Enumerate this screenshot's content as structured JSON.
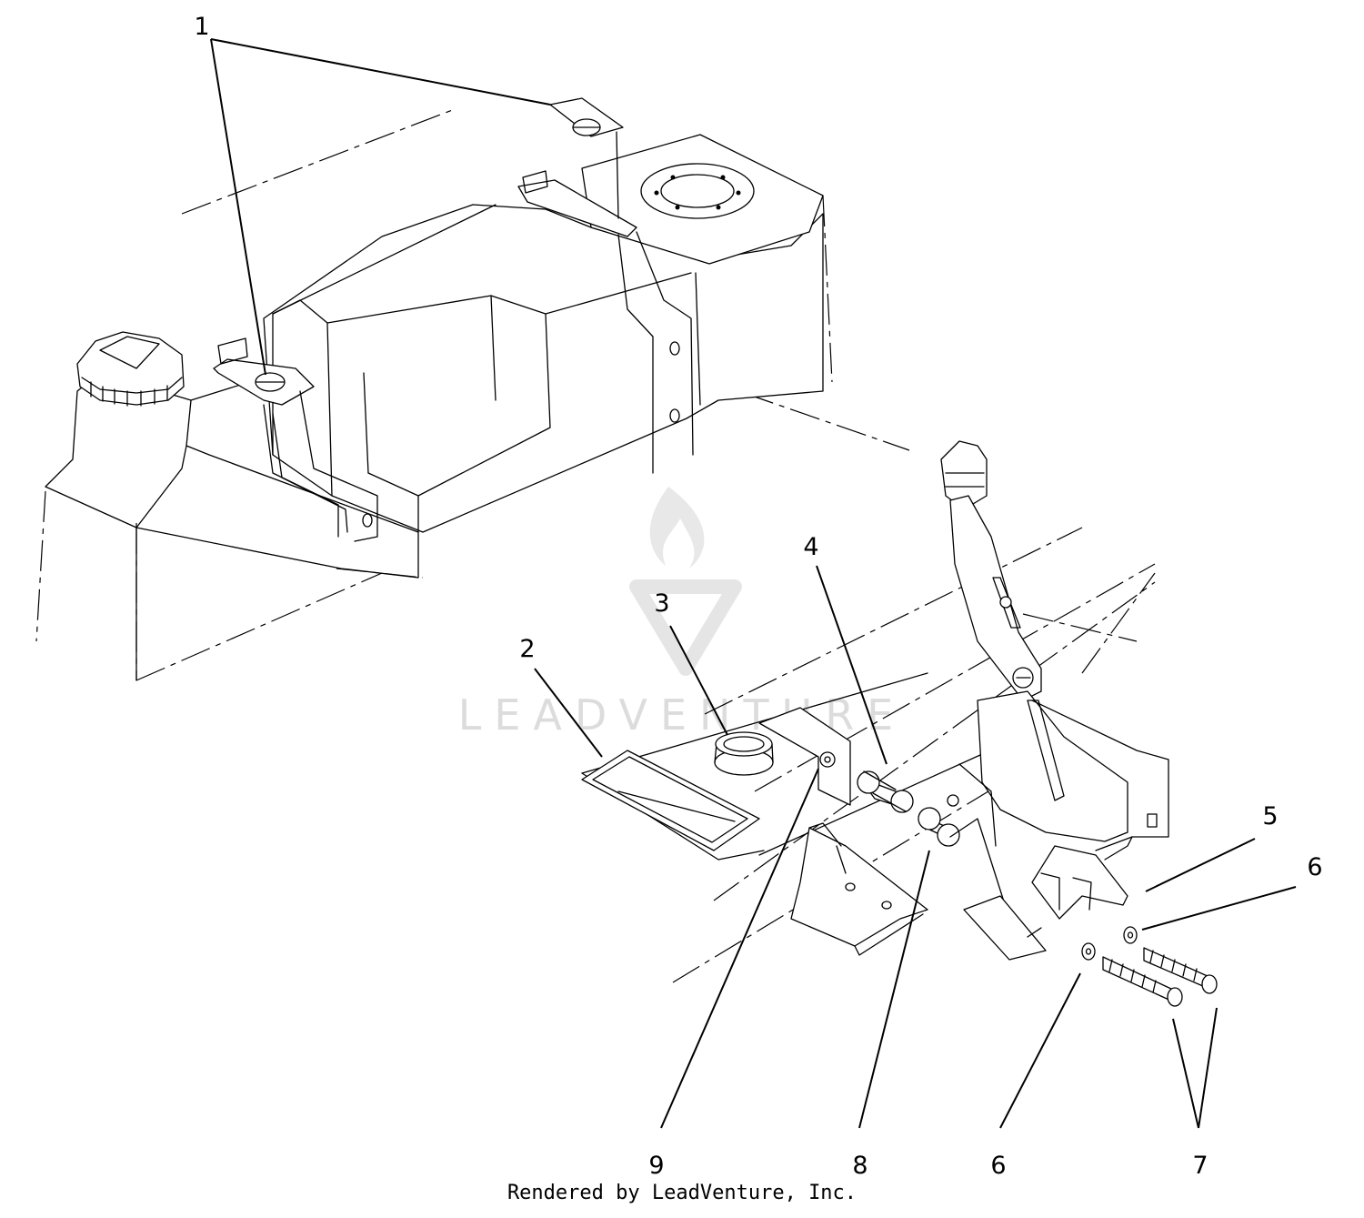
{
  "diagram": {
    "callouts": [
      {
        "id": "c1",
        "label": "1"
      },
      {
        "id": "c2",
        "label": "2"
      },
      {
        "id": "c3",
        "label": "3"
      },
      {
        "id": "c4",
        "label": "4"
      },
      {
        "id": "c5",
        "label": "5"
      },
      {
        "id": "c6a",
        "label": "6"
      },
      {
        "id": "c6b",
        "label": "6"
      },
      {
        "id": "c7",
        "label": "7"
      },
      {
        "id": "c8",
        "label": "8"
      },
      {
        "id": "c9",
        "label": "9"
      }
    ],
    "credit": "Rendered by LeadVenture, Inc.",
    "watermark": "LEADVENTURE"
  }
}
